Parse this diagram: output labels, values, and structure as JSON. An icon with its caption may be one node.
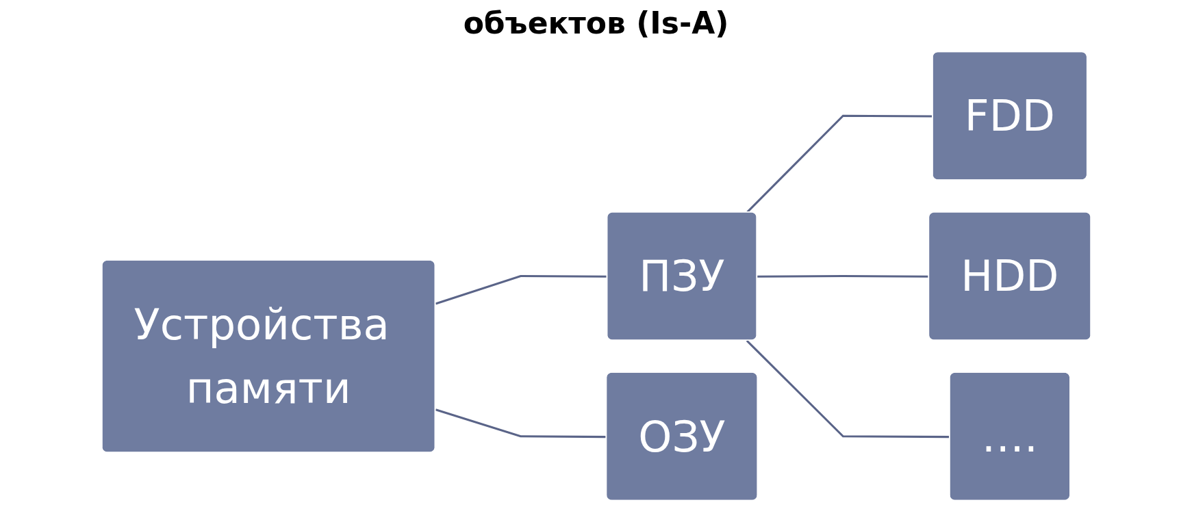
{
  "diagram": {
    "title": "объектов (Is-A)",
    "nodes": [
      {
        "text": [
          "Устройства памяти"
        ]
      },
      {
        "text": [
          "ПЗУ"
        ]
      },
      {
        "text": [
          "ОЗУ"
        ]
      },
      {
        "text": [
          "FDD"
        ]
      },
      {
        "text": [
          "HDD"
        ]
      },
      {
        "text": [
          "…."
        ]
      }
    ],
    "edges": [
      {
        "from": 0,
        "to": 1,
        "arrow": "none"
      },
      {
        "from": 0,
        "to": 2,
        "arrow": "none"
      },
      {
        "from": 1,
        "to": 3,
        "arrow": "none"
      },
      {
        "from": 1,
        "to": 4,
        "arrow": "none"
      },
      {
        "from": 1,
        "to": 5,
        "arrow": "none"
      }
    ]
  }
}
